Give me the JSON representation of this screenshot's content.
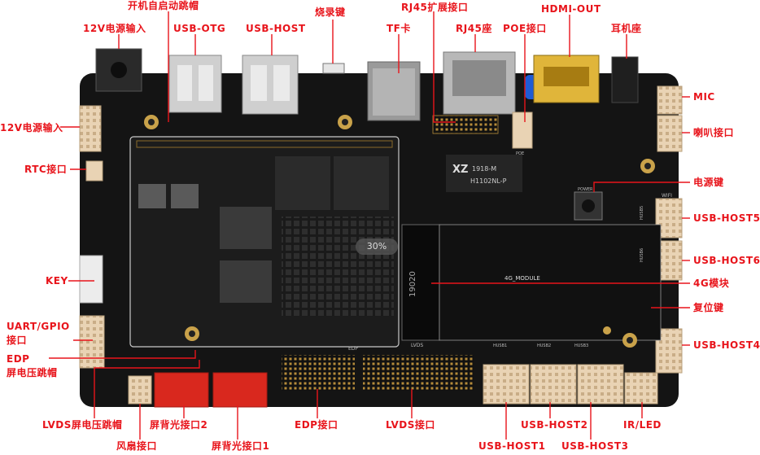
{
  "labels": {
    "dc_in_top": "12V电源输入",
    "auto_boot": "开机自启动跳帽",
    "usb_otg": "USB-OTG",
    "usb_host_top": "USB-HOST",
    "burn_key": "烧录键",
    "rj45_ext": "RJ45扩展接口",
    "tf_card": "TF卡",
    "rj45": "RJ45座",
    "poe": "POE接口",
    "hdmi": "HDMI-OUT",
    "earphone": "耳机座",
    "dc_in_left": "12V电源输入",
    "mic": "MIC",
    "speaker": "喇叭接口",
    "rtc": "RTC接口",
    "power_key": "电源键",
    "usb_host5": "USB-HOST5",
    "usb_host6": "USB-HOST6",
    "key": "KEY",
    "module_4g": "4G模块",
    "reset_key": "复位键",
    "uart_gpio": "UART/GPIO\n接口",
    "edp_jumper": "EDP\n屏电压跳帽",
    "usb_host4": "USB-HOST4",
    "lvds_jumper": "LVDS屏电压跳帽",
    "backlight2": "屏背光接口2",
    "edp": "EDP接口",
    "lvds": "LVDS接口",
    "usb_host2": "USB-HOST2",
    "ir_led": "IR/LED",
    "fan": "风扇接口",
    "backlight1": "屏背光接口1",
    "usb_host1": "USB-HOST1",
    "usb_host3": "USB-HOST3"
  },
  "board_text": {
    "module_label": "4G_MODULE",
    "slot_number": "19020",
    "lvds_silk": "LVDS",
    "edp_silk": "EDP",
    "wifi_silk": "WIFI",
    "power_silk": "POWER",
    "poe_silk": "POE",
    "chip_brand": "XZ",
    "chip_model": "1918-M",
    "chip_sub": "H1102NL-P",
    "husb1": "HUSB1",
    "husb2": "HUSB2",
    "husb3": "HUSB3",
    "husb5": "HUSB5",
    "husb6": "HUSB6",
    "overlay_percent": "30%"
  },
  "colors": {
    "accent": "#e8141b",
    "board": "#141414",
    "connector_cream": "#e9d3b4",
    "connector_red": "#d9281e"
  }
}
